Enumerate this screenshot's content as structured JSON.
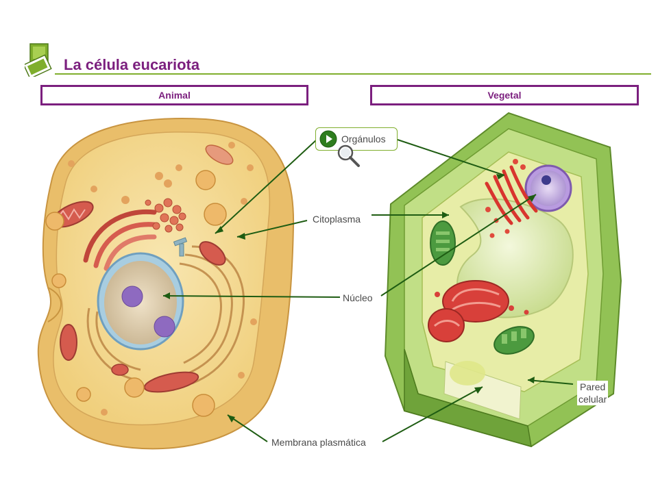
{
  "title": "La célula eucariota",
  "headers": {
    "animal": "Animal",
    "vegetal": "Vegetal"
  },
  "labels": {
    "organulos": "Orgánulos",
    "citoplasma": "Citoplasma",
    "nucleo": "Núcleo",
    "membrana": "Membrana plasmática",
    "pared_line1": "Pared",
    "pared_line2": "celular"
  },
  "colors": {
    "title": "#7b1f7e",
    "frame": "#7b1f7e",
    "accent_green": "#7fae2c",
    "pointer_line": "#1e5c12"
  }
}
